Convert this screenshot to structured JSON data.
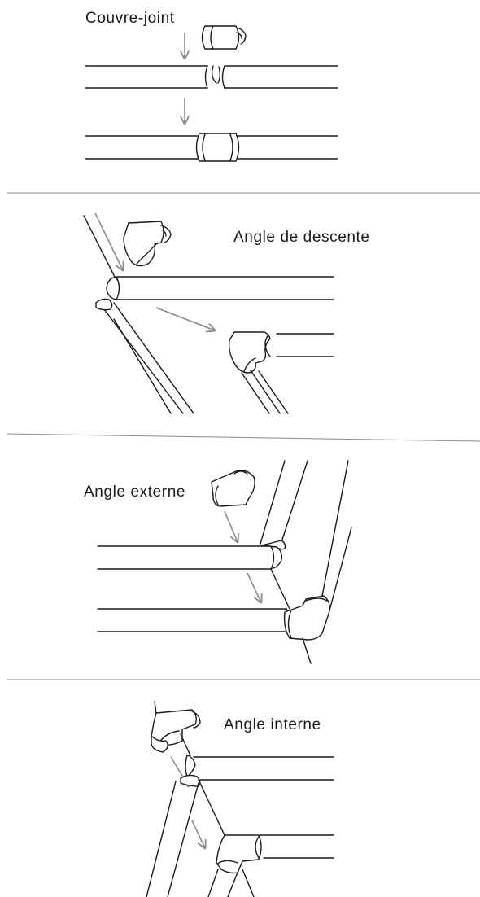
{
  "panels": [
    {
      "id": "couvre-joint",
      "label": "Couvre-joint"
    },
    {
      "id": "angle-descente",
      "label": "Angle de descente"
    },
    {
      "id": "angle-externe",
      "label": "Angle externe"
    },
    {
      "id": "angle-interne",
      "label": "Angle interne"
    }
  ],
  "colors": {
    "line": "#1a1a1a",
    "arrow": "#8a8a8a",
    "separator": "#8a8a8a",
    "background": "#ffffff"
  }
}
